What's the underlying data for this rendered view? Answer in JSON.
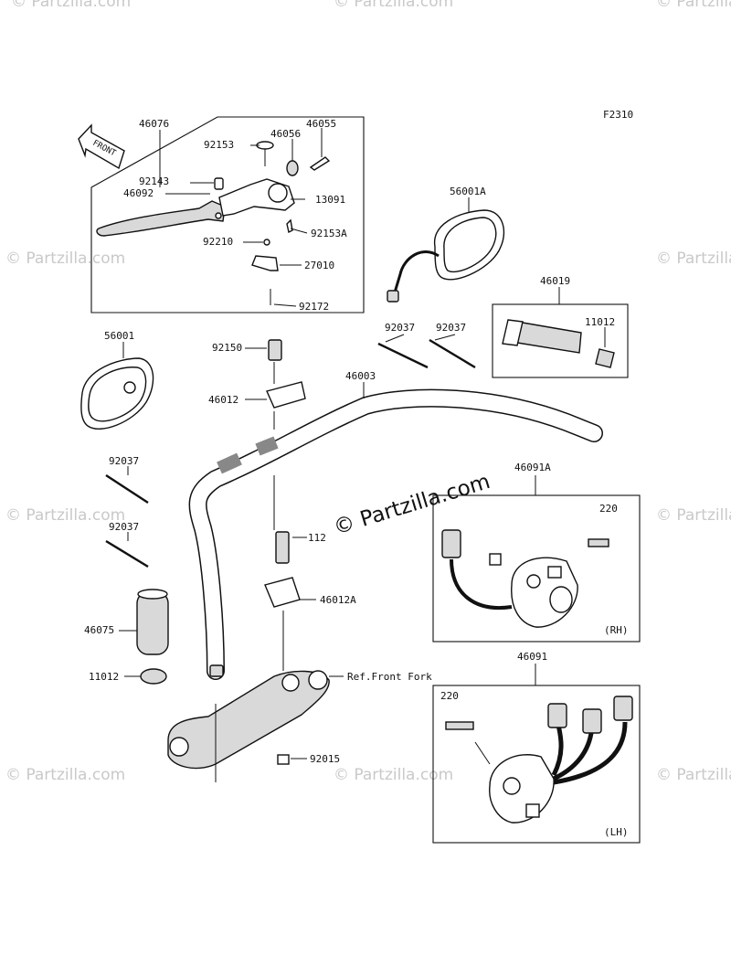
{
  "diagram_id": "F2310",
  "watermark": "© Partzilla.com",
  "watermark_main": "© Partzilla.com",
  "front_label": "FRONT",
  "part_labels": {
    "p46076": "46076",
    "p46055": "46055",
    "p46056": "46056",
    "p92153": "92153",
    "p92143": "92143",
    "p46092": "46092",
    "p13091": "13091",
    "p92210": "92210",
    "p92153A": "92153A",
    "p27010": "27010",
    "p92172": "92172",
    "p56001A": "56001A",
    "p46019": "46019",
    "p11012a": "11012",
    "p92037a": "92037",
    "p92037b": "92037",
    "p56001": "56001",
    "p92150": "92150",
    "p46003": "46003",
    "p46012": "46012",
    "p92037c": "92037",
    "p92037d": "92037",
    "p46091A": "46091A",
    "p220a": "220",
    "p112": "112",
    "p46012A": "46012A",
    "p46075": "46075",
    "p11012b": "11012",
    "p46091": "46091",
    "p220b": "220",
    "p92015": "92015"
  },
  "ref_front_fork": "Ref.Front Fork",
  "rh_label": "(RH)",
  "lh_label": "(LH)"
}
